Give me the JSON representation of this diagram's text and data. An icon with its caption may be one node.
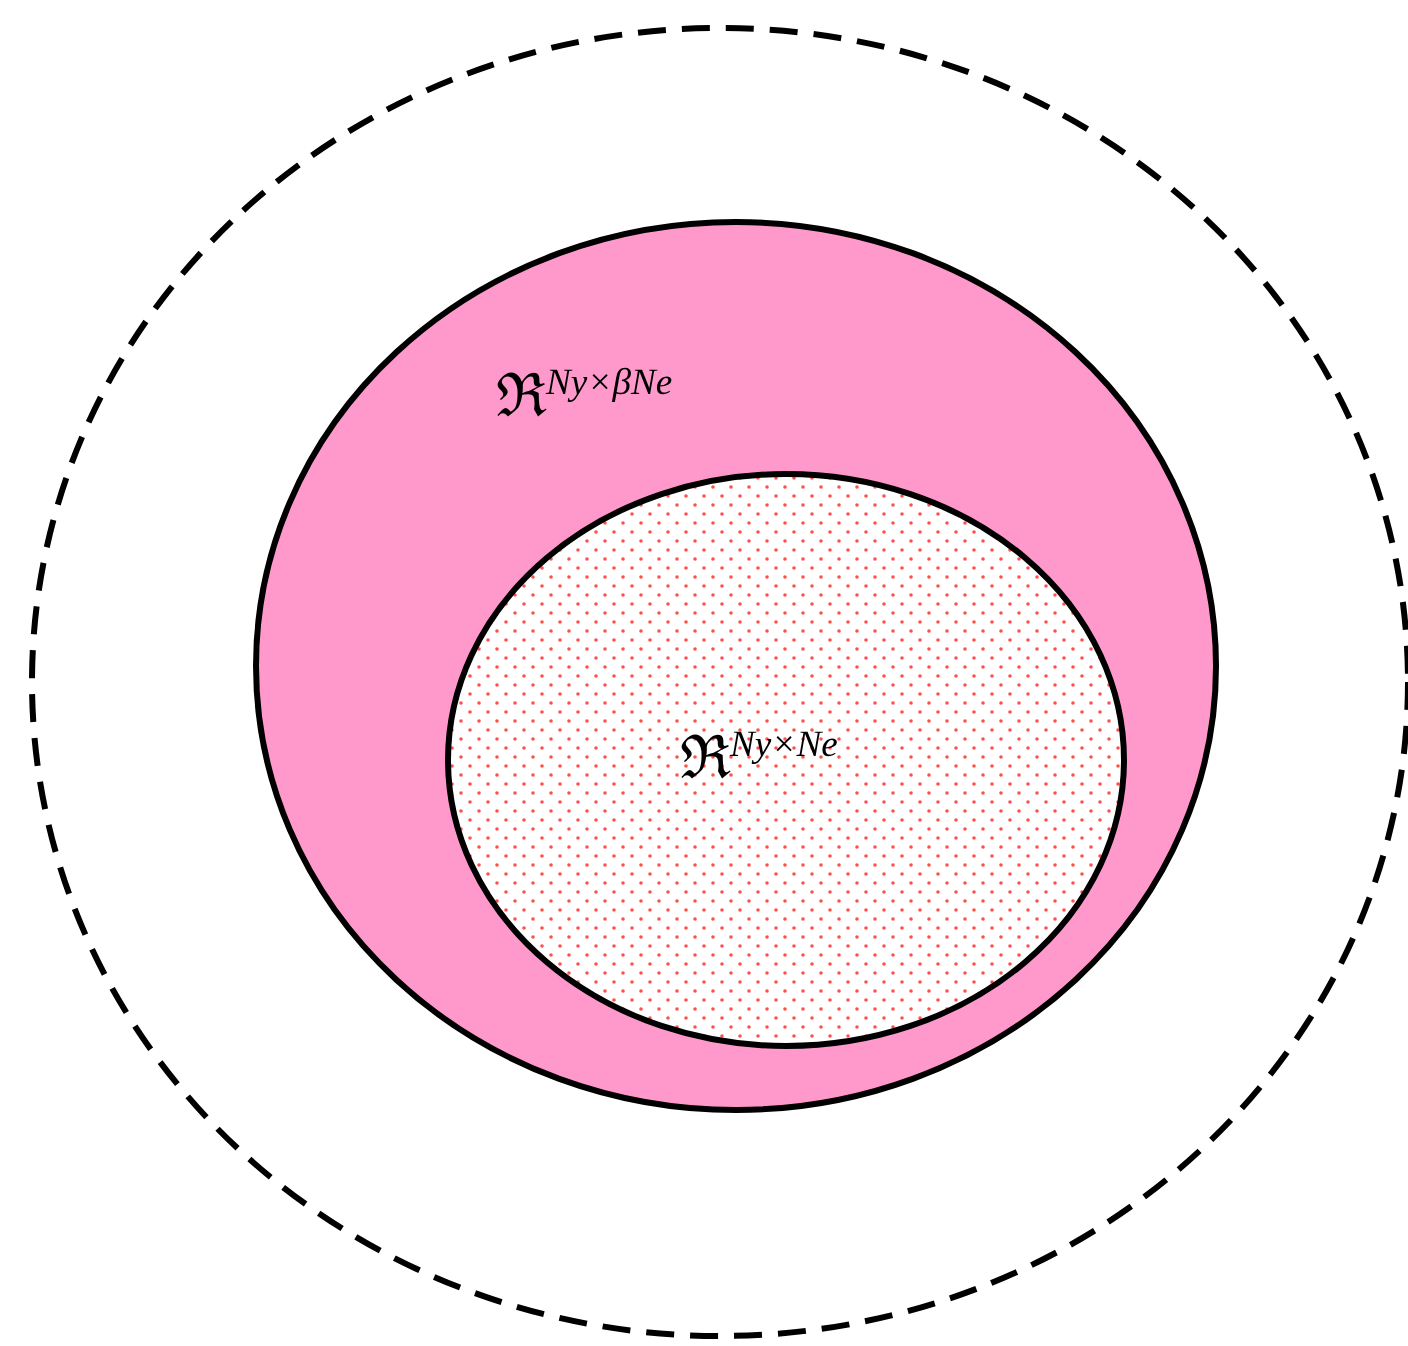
{
  "diagram": {
    "nodes": [
      {
        "text": [],
        "shape": "circle"
      },
      {
        "text": [
          "ℜ$^{Ny×βNe}$"
        ],
        "in": 0
      },
      {
        "text": [
          "ℜ$^{Ny×Ne}$"
        ],
        "in": 1
      }
    ]
  }
}
